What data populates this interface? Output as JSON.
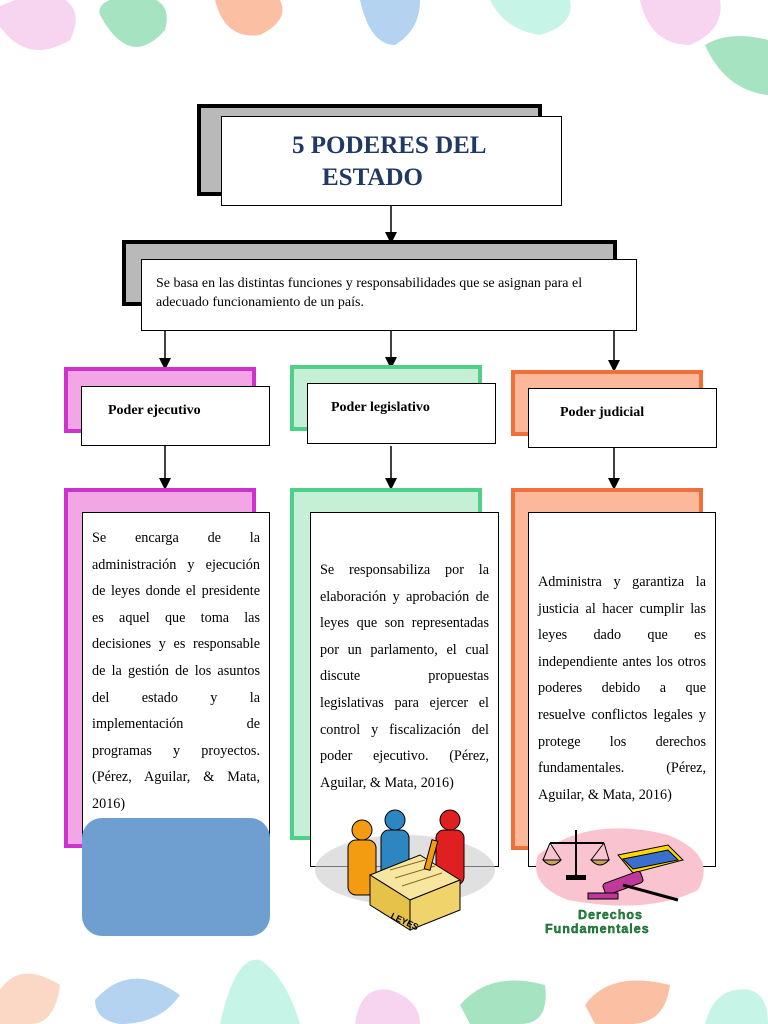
{
  "title": {
    "line1": "5 PODERES DEL",
    "line2": "ESTADO"
  },
  "definition": "Se basa en las distintas funciones y responsabilidades que se asignan para el adecuado funcionamiento de un país.",
  "branches": [
    {
      "heading": "Poder ejecutivo",
      "color": "#cc33cc",
      "fill": "#f2a6e6",
      "text": "Se encarga de la administración y ejecución de leyes donde el presidente es aquel que toma las decisiones y es responsable de la gestión de los asuntos del estado  y la implementación de programas y proyectos. (Pérez, Aguilar, & Mata, 2016)"
    },
    {
      "heading": "Poder legislativo",
      "color": "#4fd08a",
      "fill": "#c5f0d5",
      "text": "Se responsabiliza por la elaboración y aprobación de leyes que son representadas por un parlamento, el cual discute propuestas legislativas para ejercer el control y fiscalización del poder ejecutivo. (Pérez, Aguilar, & Mata, 2016)"
    },
    {
      "heading": "Poder judicial",
      "color": "#f0703a",
      "fill": "#fbb89a",
      "text": "Administra y garantiza la justicia al hacer cumplir las leyes dado que es independiente antes los otros poderes debido a que resuelve conflictos  legales y protege los derechos fundamentales.     (Pérez, Aguilar, & Mata, 2016)"
    }
  ],
  "images": {
    "leyes_label": "LEYES",
    "derechos_label_1": "Derechos",
    "derechos_label_2": "Fundamentales"
  },
  "colors": {
    "title": "#1f3864",
    "blue_panel": "#6f9fd0",
    "derechos_green": "#1f8a3a"
  }
}
